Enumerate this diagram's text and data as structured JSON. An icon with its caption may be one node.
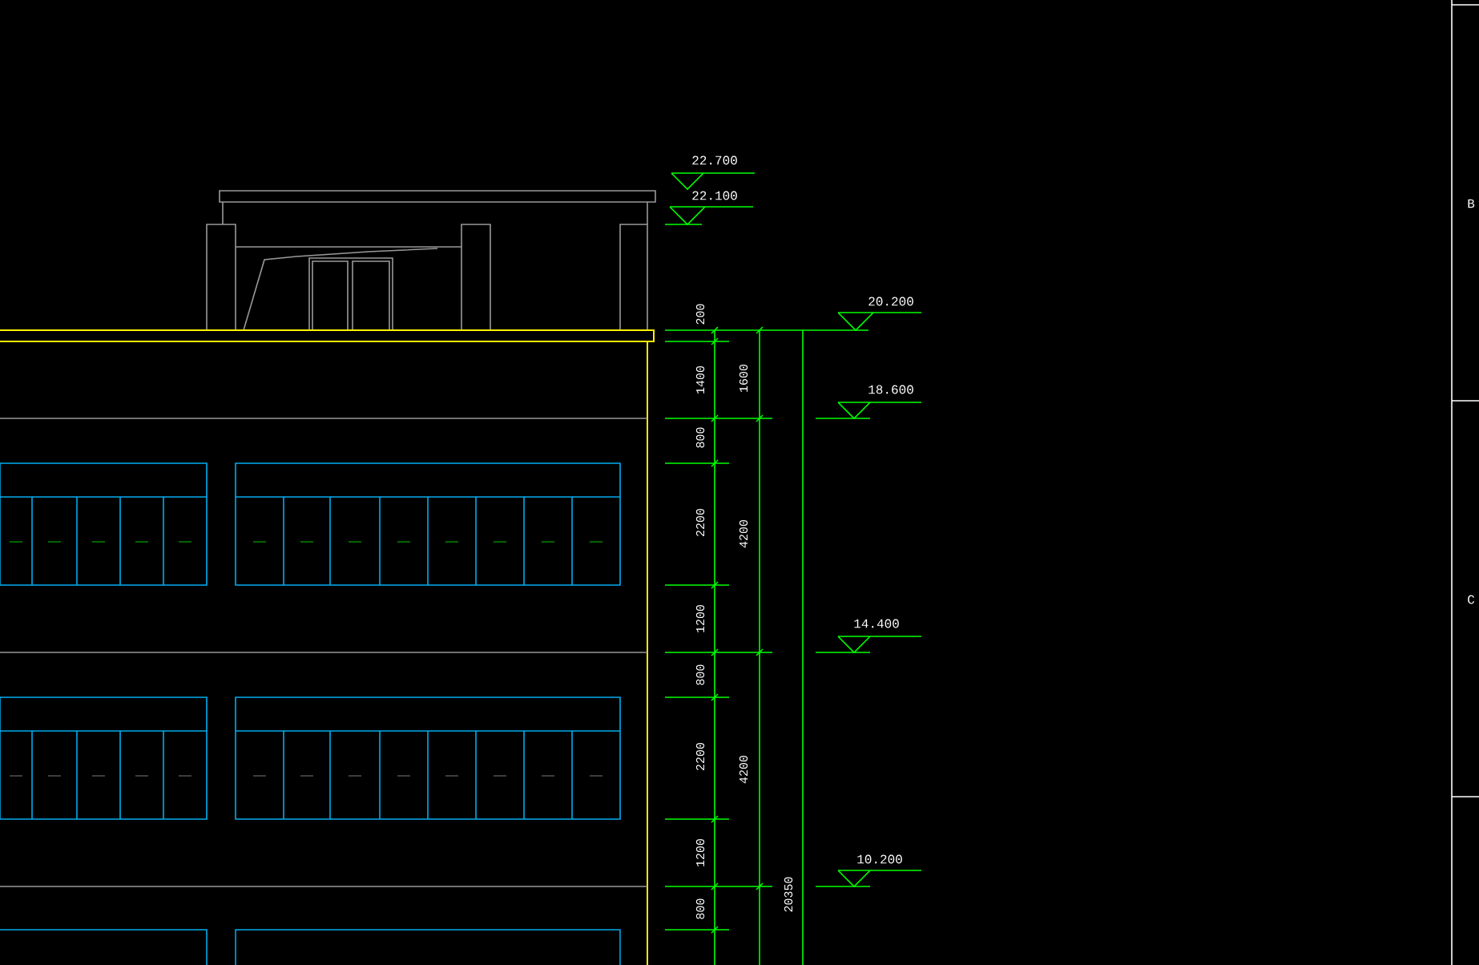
{
  "diagram": {
    "labels": [
      "22.700",
      "22.100",
      "20.200",
      "200",
      "1400",
      "1600",
      "18.600",
      "800",
      "2200",
      "4200",
      "1200",
      "14.400",
      "800",
      "2200",
      "4200",
      "1200",
      "10.200",
      "800",
      "20350",
      "B",
      "C"
    ]
  }
}
